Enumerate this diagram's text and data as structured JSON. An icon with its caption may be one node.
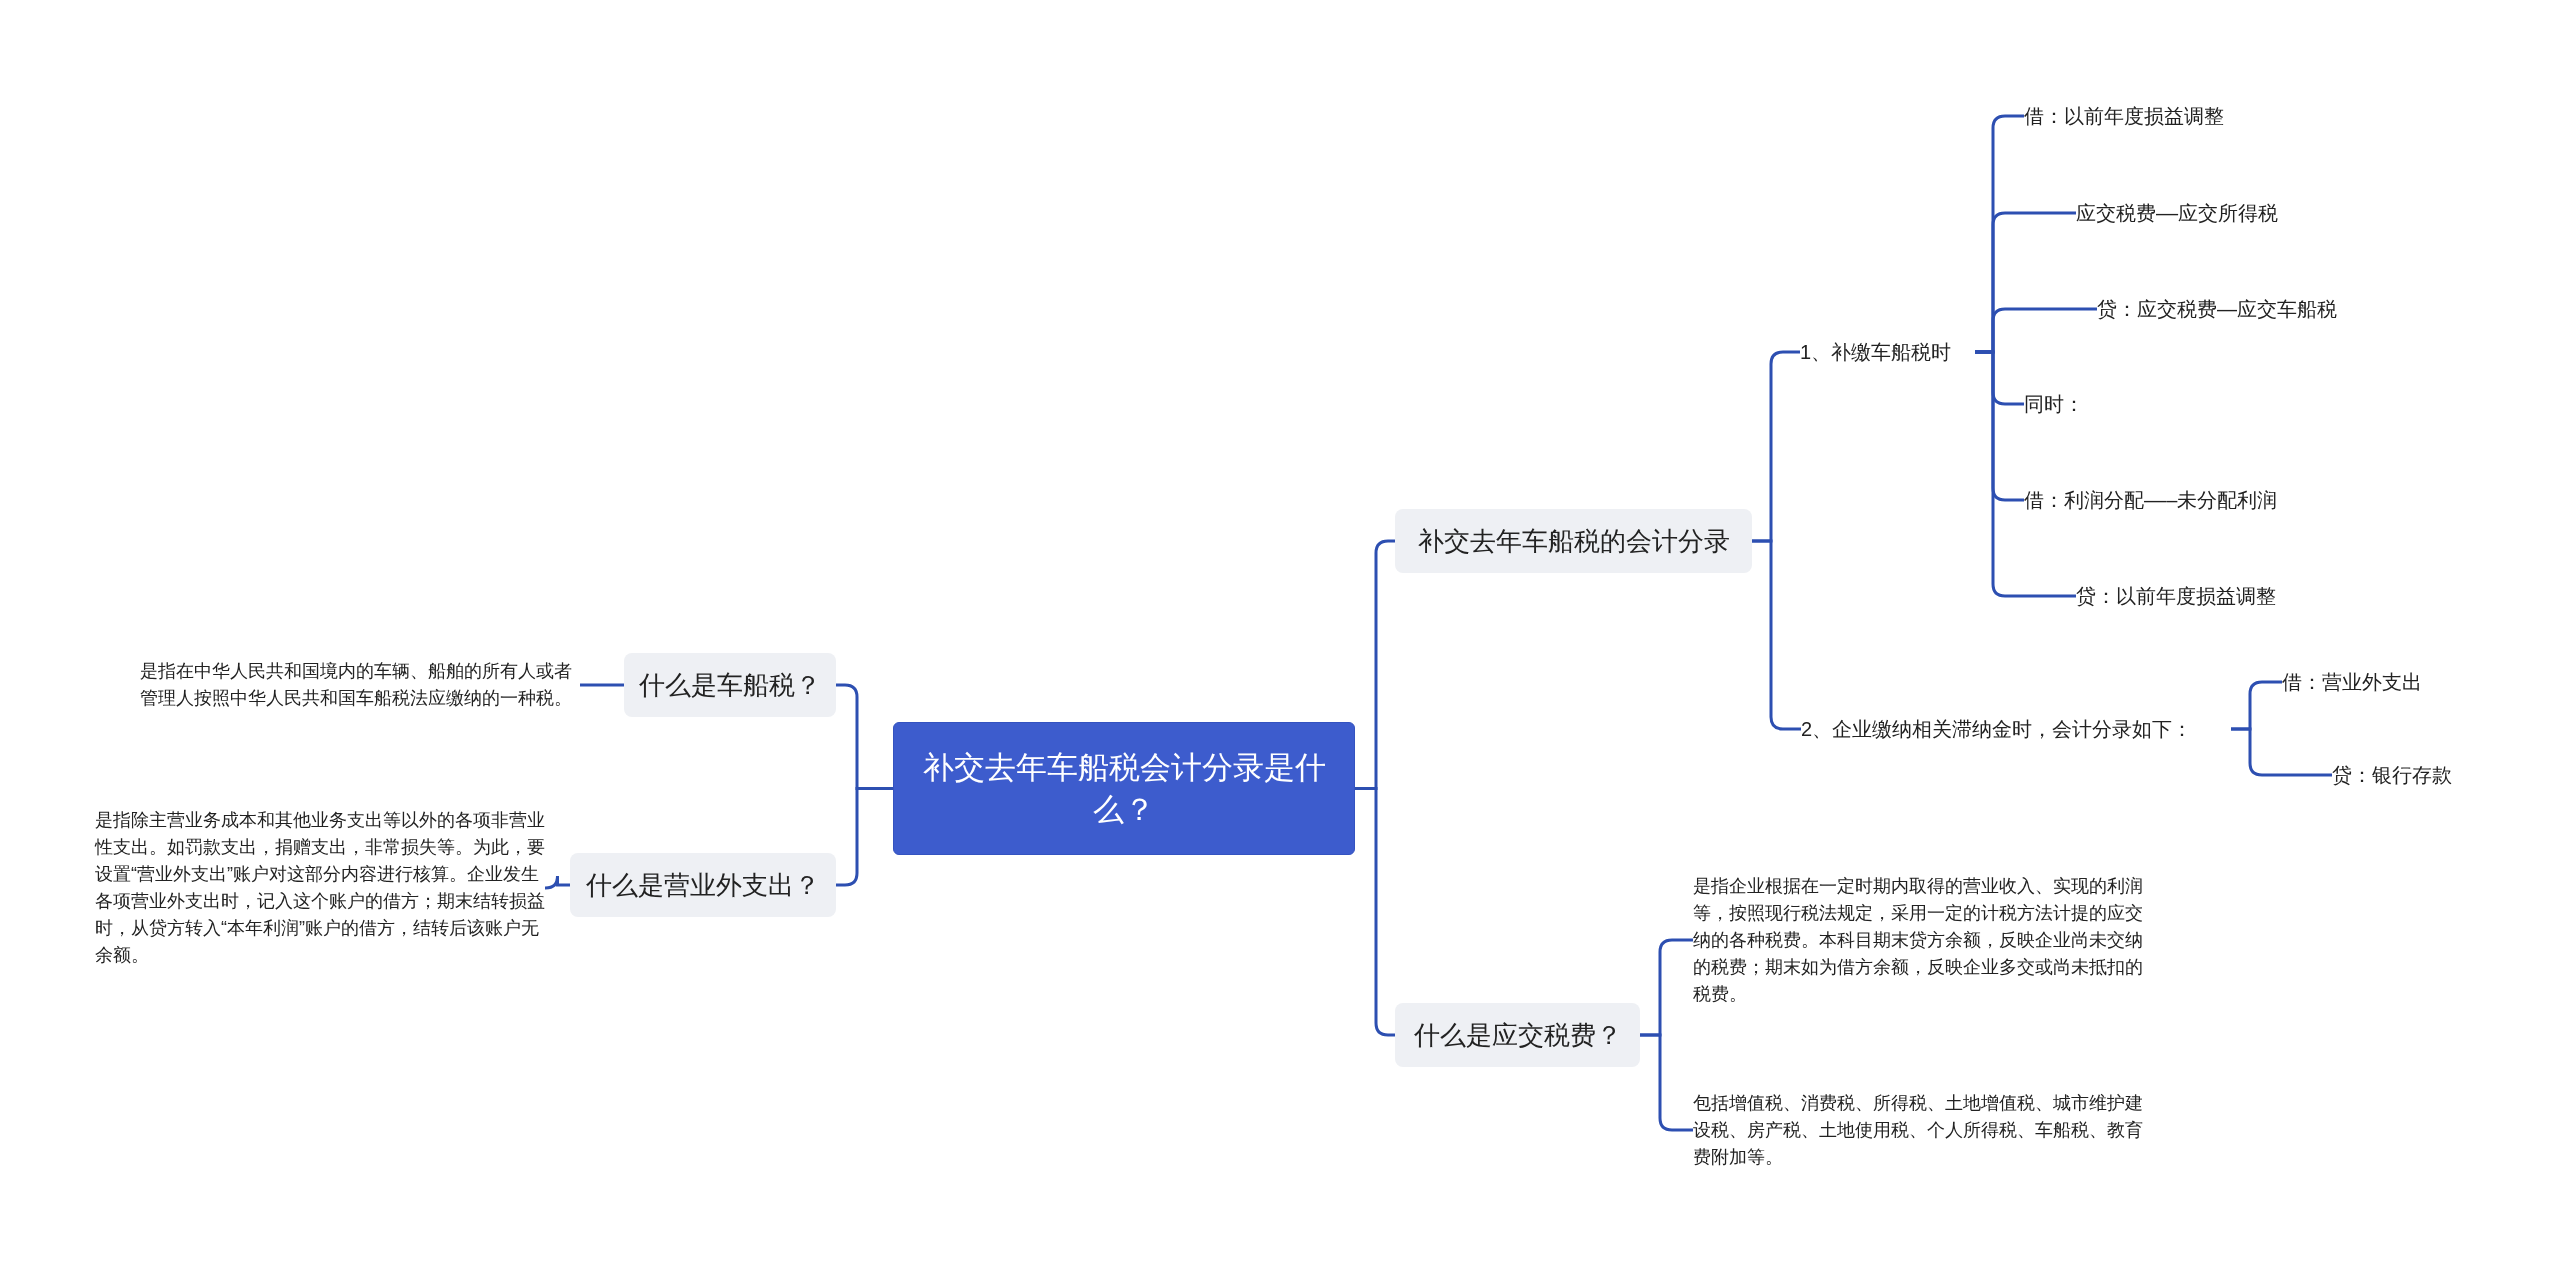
{
  "diagram": {
    "nodes": [
      {
        "text": [
          "补交去年车船税会计分录是什么？"
        ]
      },
      {
        "text": [
          "补交去年车船税的会计分录"
        ]
      },
      {
        "text": [
          "1、补缴车船税时"
        ]
      },
      {
        "text": [
          "借：以前年度损益调整"
        ]
      },
      {
        "text": [
          "应交税费––应交所得税"
        ]
      },
      {
        "text": [
          "贷：应交税费—应交车船税"
        ]
      },
      {
        "text": [
          "同时："
        ]
      },
      {
        "text": [
          "借：利润分配–––未分配利润"
        ]
      },
      {
        "text": [
          "贷：以前年度损益调整"
        ]
      },
      {
        "text": [
          "2、企业缴纳相关滞纳金时，会计分录如下："
        ]
      },
      {
        "text": [
          "借：营业外支出"
        ]
      },
      {
        "text": [
          "贷：银行存款"
        ]
      },
      {
        "text": [
          "什么是应交税费？"
        ]
      },
      {
        "text": [
          "是指企业根据在一定时期内取得的营业收入、实现的利润等，按照现行税法规定，采用一定的计税方法计提的应交纳的各种税费。本科目期末贷方余额，反映企业尚未交纳的税费；期末如为借方余额，反映企业多交或尚未抵扣的税费。"
        ]
      },
      {
        "text": [
          "包括增值税、消费税、所得税、土地增值税、城市维护建设税、房产税、土地使用税、个人所得税、车船税、教育费附加等。"
        ]
      },
      {
        "text": [
          "什么是车船税？"
        ]
      },
      {
        "text": [
          "是指在中华人民共和国境内的车辆、船舶的所有人或者管理人按照中华人民共和国车船税法应缴纳的一种税。"
        ]
      },
      {
        "text": [
          "什么是营业外支出？"
        ]
      },
      {
        "text": [
          "是指除主营业务成本和其他业务支出等以外的各项非营业性支出。如罚款支出，捐赠支出，非常损失等。为此，要设置“营业外支出”账户对这部分内容进行核算。企业发生各项营业外支出时，记入这个账户的借方；期末结转损益时，从贷方转入“本年利润”账户的借方，结转后该账户无余额。"
        ]
      }
    ],
    "edges": [
      {
        "from": 0,
        "to": 1,
        "arrow": "none"
      },
      {
        "from": 1,
        "to": 2,
        "arrow": "none"
      },
      {
        "from": 2,
        "to": 3,
        "arrow": "none"
      },
      {
        "from": 2,
        "to": 4,
        "arrow": "none"
      },
      {
        "from": 2,
        "to": 5,
        "arrow": "none"
      },
      {
        "from": 2,
        "to": 6,
        "arrow": "none"
      },
      {
        "from": 2,
        "to": 7,
        "arrow": "none"
      },
      {
        "from": 2,
        "to": 8,
        "arrow": "none"
      },
      {
        "from": 1,
        "to": 9,
        "arrow": "none"
      },
      {
        "from": 9,
        "to": 10,
        "arrow": "none"
      },
      {
        "from": 9,
        "to": 11,
        "arrow": "none"
      },
      {
        "from": 0,
        "to": 12,
        "arrow": "none"
      },
      {
        "from": 12,
        "to": 13,
        "arrow": "none"
      },
      {
        "from": 12,
        "to": 14,
        "arrow": "none"
      },
      {
        "from": 0,
        "to": 15,
        "arrow": "none"
      },
      {
        "from": 15,
        "to": 16,
        "arrow": "none"
      },
      {
        "from": 0,
        "to": 17,
        "arrow": "none"
      },
      {
        "from": 17,
        "to": 18,
        "arrow": "none"
      }
    ]
  }
}
